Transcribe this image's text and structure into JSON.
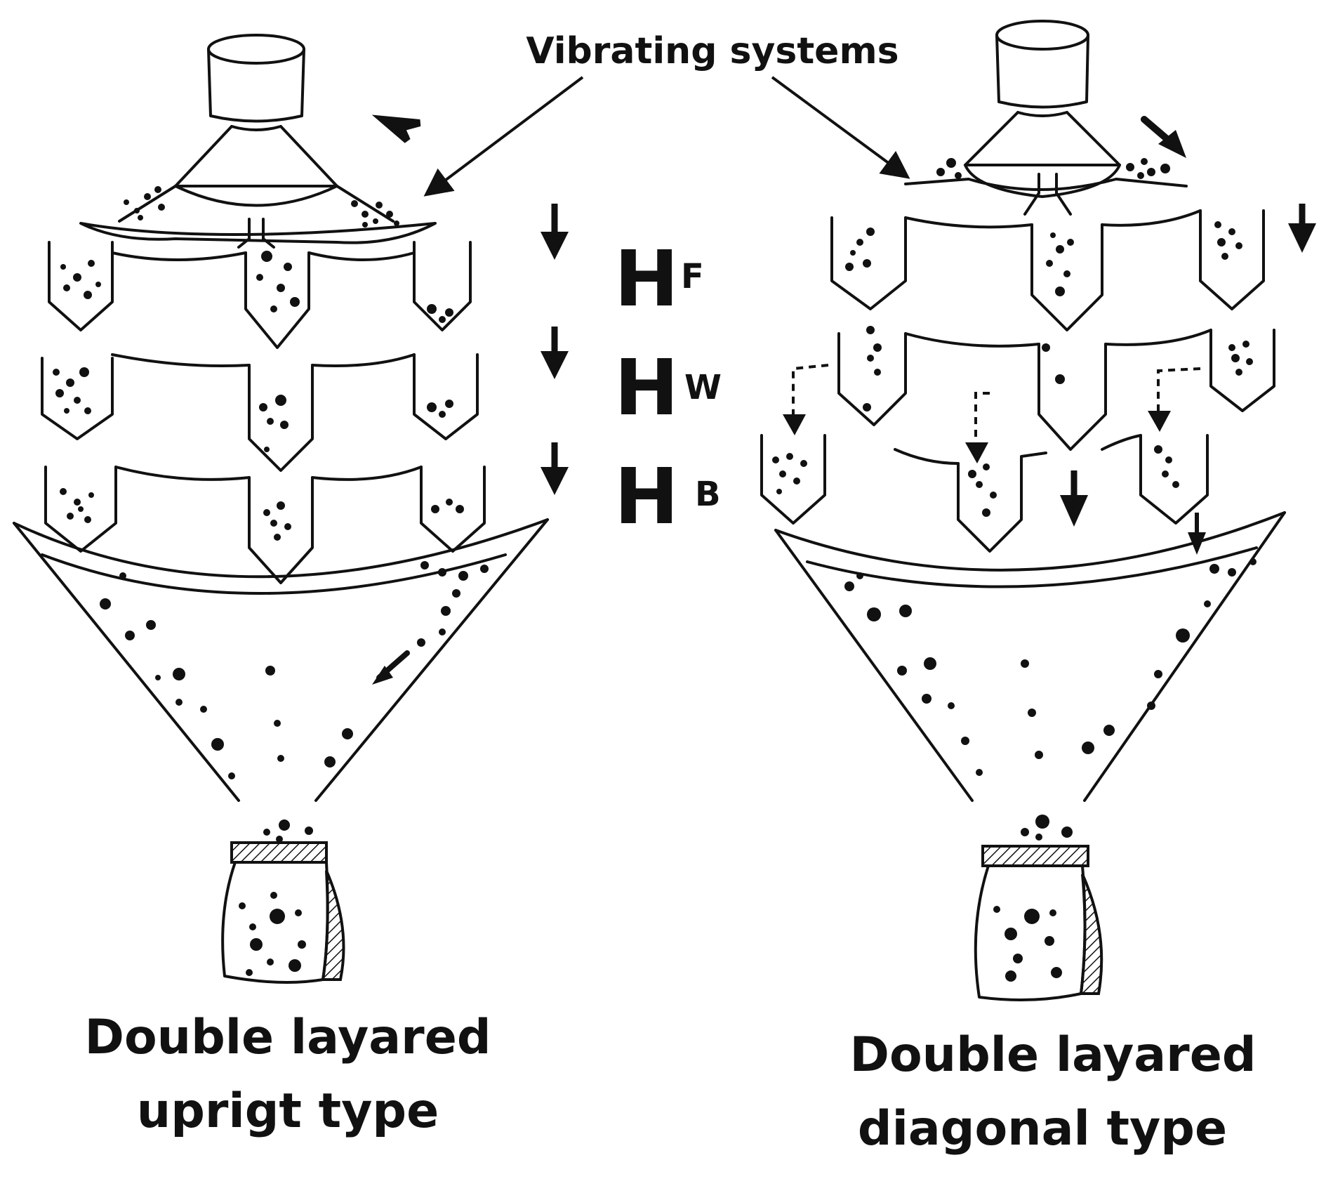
{
  "callout": {
    "text": "Vibrating systems"
  },
  "heights": [
    {
      "big": "H",
      "sub": "F"
    },
    {
      "big": "H",
      "sub": "W"
    },
    {
      "big": "H",
      "sub": "B"
    }
  ],
  "left_diagram": {
    "caption_line1": "Double layared",
    "caption_line2": "uprigt type"
  },
  "right_diagram": {
    "caption_line1": "Double layared",
    "caption_line2": "diagonal type"
  },
  "colors": {
    "ink": "#111111",
    "background": "#ffffff"
  }
}
